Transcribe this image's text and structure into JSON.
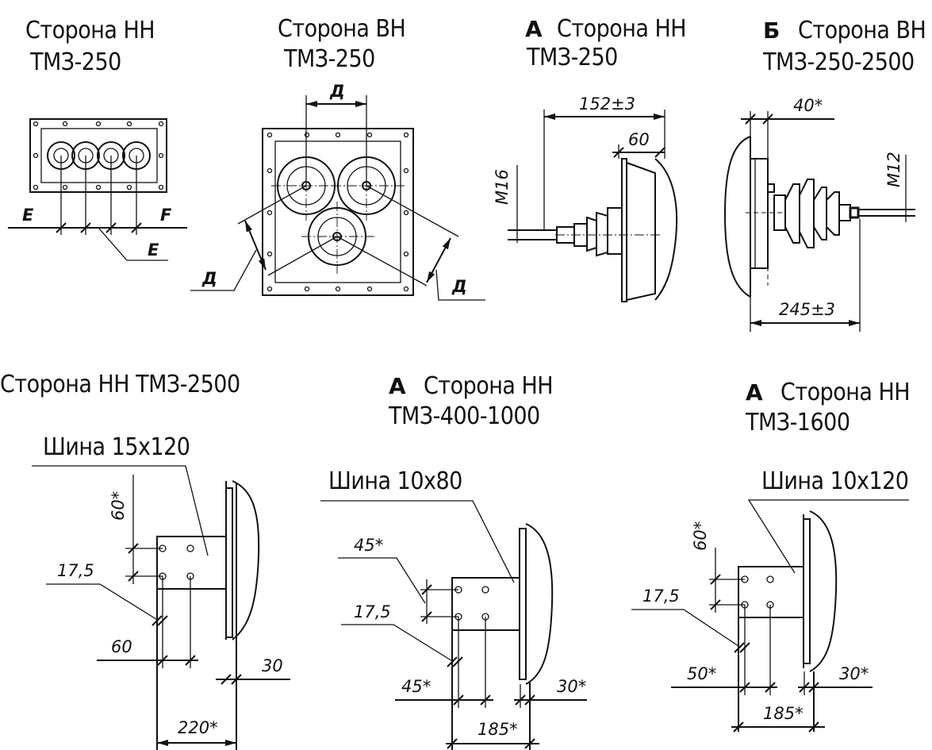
{
  "views": {
    "v1": {
      "title": "Сторона  НН",
      "model": "ТМЗ-250",
      "label_e1": "Е",
      "label_f": "F",
      "label_e2": "Е"
    },
    "v2": {
      "title": "Сторона  ВН",
      "model": "ТМЗ-250",
      "label_d_top": "Д",
      "label_d_left": "Д",
      "label_d_right": "Д"
    },
    "v3": {
      "letter": "А",
      "title": "Сторона НН",
      "model": "ТМЗ-250",
      "dim_length": "152±3",
      "dim_flange": "60",
      "thread": "М16"
    },
    "v4": {
      "letter": "Б",
      "title": "Сторона ВН",
      "model": "ТМЗ-250-2500",
      "dim_top": "40*",
      "thread": "М12",
      "dim_length": "245±3"
    },
    "v5": {
      "title": "Сторона НН    ТМЗ-2500",
      "bus": "Шина 15x120",
      "dim_60v": "60*",
      "dim_175": "17,5",
      "dim_60h": "60",
      "dim_30": "30",
      "dim_220": "220*"
    },
    "v6": {
      "letter": "А",
      "title": "Сторона НН",
      "model": "ТМЗ-400-1000",
      "bus": "Шина 10x80",
      "dim_45a": "45*",
      "dim_175": "17,5",
      "dim_45b": "45*",
      "dim_30": "30*",
      "dim_185": "185*"
    },
    "v7": {
      "letter": "А",
      "title": "Сторона НН",
      "model": "ТМЗ-1600",
      "bus": "Шина 10x120",
      "dim_60v": "60*",
      "dim_175": "17,5",
      "dim_50": "50*",
      "dim_30": "30*",
      "dim_185": "185*"
    }
  }
}
